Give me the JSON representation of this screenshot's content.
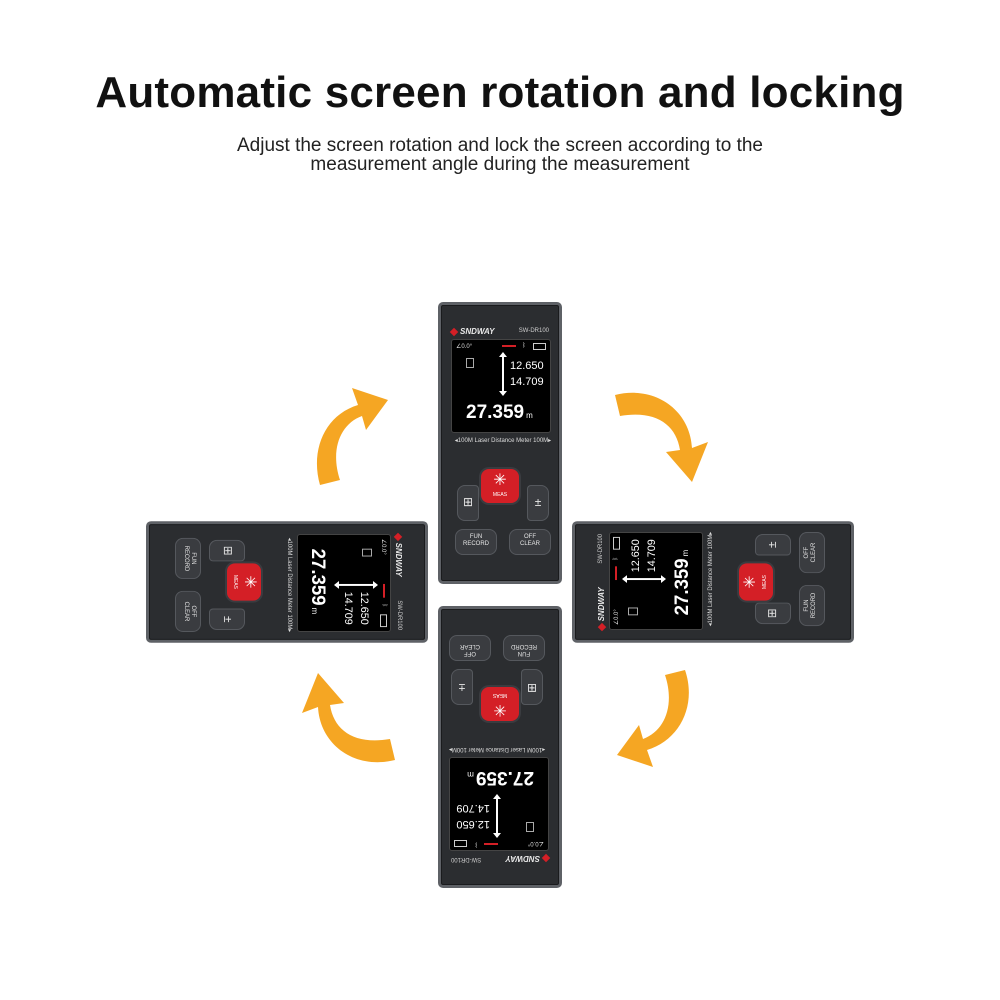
{
  "header": {
    "title": "Automatic screen rotation and locking",
    "subtitle_line1": "Adjust the screen rotation and lock the screen according to the",
    "subtitle_line2": "measurement angle during the measurement"
  },
  "device": {
    "brand": "SNDWAY",
    "model": "SW-DR100",
    "angle": "∠0.0°",
    "value1": "12.650",
    "value2": "14.709",
    "main_value": "27.359",
    "unit": "m",
    "caption": "◂100M Laser Distance Meter 100M▸",
    "meas_label": "MEAS",
    "fun_label_1": "FUN",
    "fun_label_2": "RECORD",
    "off_label_1": "OFF",
    "off_label_2": "CLEAR",
    "plus_minus": "±"
  },
  "colors": {
    "arrow": "#F5A623",
    "meas_button": "#D41F26",
    "device_body": "#2B2D30"
  },
  "icons": {
    "rotate_arrow": "curved-arrow-icon",
    "laser": "laser-star-icon"
  }
}
